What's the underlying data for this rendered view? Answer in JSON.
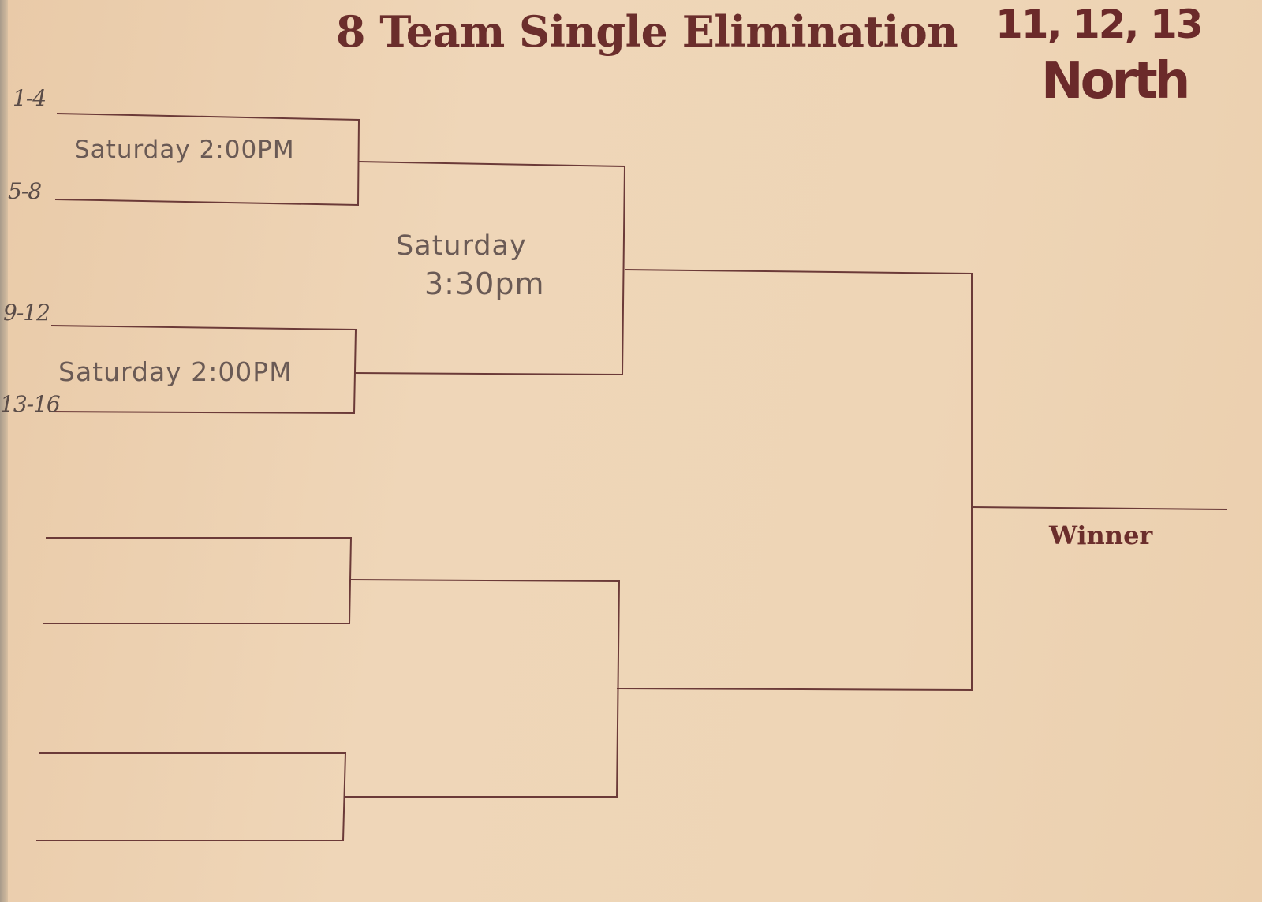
{
  "document": {
    "title": "8 Team Single Elimination",
    "winner_label": "Winner"
  },
  "annotations": {
    "teams": "11, 12, 13",
    "division": "North"
  },
  "seeds": [
    "1-4",
    "5-8",
    "9-12",
    "13-16"
  ],
  "round1": {
    "game1_time": "Saturday 2:00PM",
    "game2_time": "Saturday 2:00PM"
  },
  "round2": {
    "game1_day": "Saturday",
    "game1_time": "3:30pm"
  },
  "colors": {
    "paper": "#eed5b6",
    "ink": "#6b2e2c",
    "pencil": "#6a5a55"
  }
}
